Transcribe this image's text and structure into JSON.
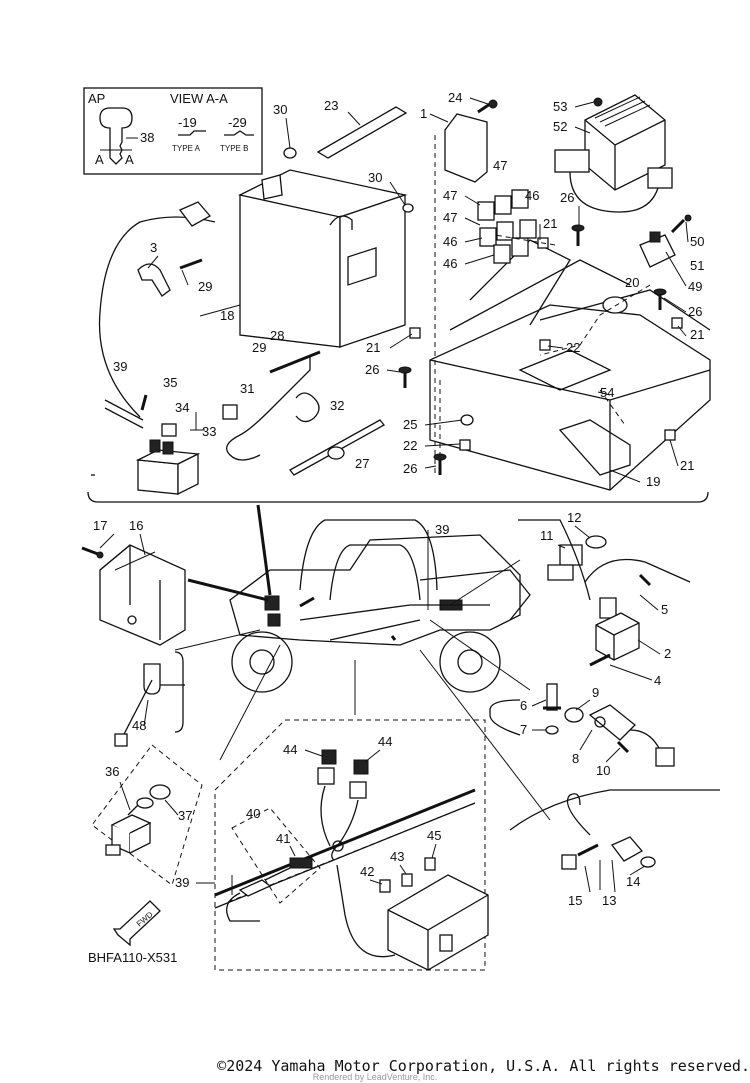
{
  "diagram": {
    "code": "BHFA110-X531",
    "view_box": {
      "left_label": "AP",
      "view_title": "VIEW A-A",
      "variant1": "-19",
      "variant2": "-29",
      "type_a": "TYPE A",
      "type_b": "TYPE B",
      "callout": "38",
      "sec_a1": "A",
      "sec_a2": "A"
    },
    "fwd_label": "FWD",
    "callouts": {
      "c1": "1",
      "c2": "2",
      "c3": "3",
      "c4": "4",
      "c5": "5",
      "c6": "6",
      "c7": "7",
      "c8": "8",
      "c9": "9",
      "c10": "10",
      "c11": "11",
      "c12": "12",
      "c13": "13",
      "c14": "14",
      "c15": "15",
      "c16": "16",
      "c17": "17",
      "c18": "18",
      "c19": "19",
      "c20": "20",
      "c21": "21",
      "c22": "22",
      "c23": "23",
      "c24": "24",
      "c25": "25",
      "c26": "26",
      "c27": "27",
      "c28": "28",
      "c29": "29",
      "c30": "30",
      "c31": "31",
      "c32": "32",
      "c33": "33",
      "c34": "34",
      "c35": "35",
      "c36": "36",
      "c37": "37",
      "c39": "39",
      "c40": "40",
      "c41": "41",
      "c42": "42",
      "c43": "43",
      "c44": "44",
      "c45": "45",
      "c46": "46",
      "c47": "47",
      "c48": "48",
      "c49": "49",
      "c50": "50",
      "c51": "51",
      "c52": "52",
      "c53": "53",
      "c54": "54"
    }
  },
  "footer": {
    "copyright": "©2024 Yamaha Motor Corporation, U.S.A. All rights reserved.",
    "watermark": "Rendered by LeadVenture, Inc."
  }
}
